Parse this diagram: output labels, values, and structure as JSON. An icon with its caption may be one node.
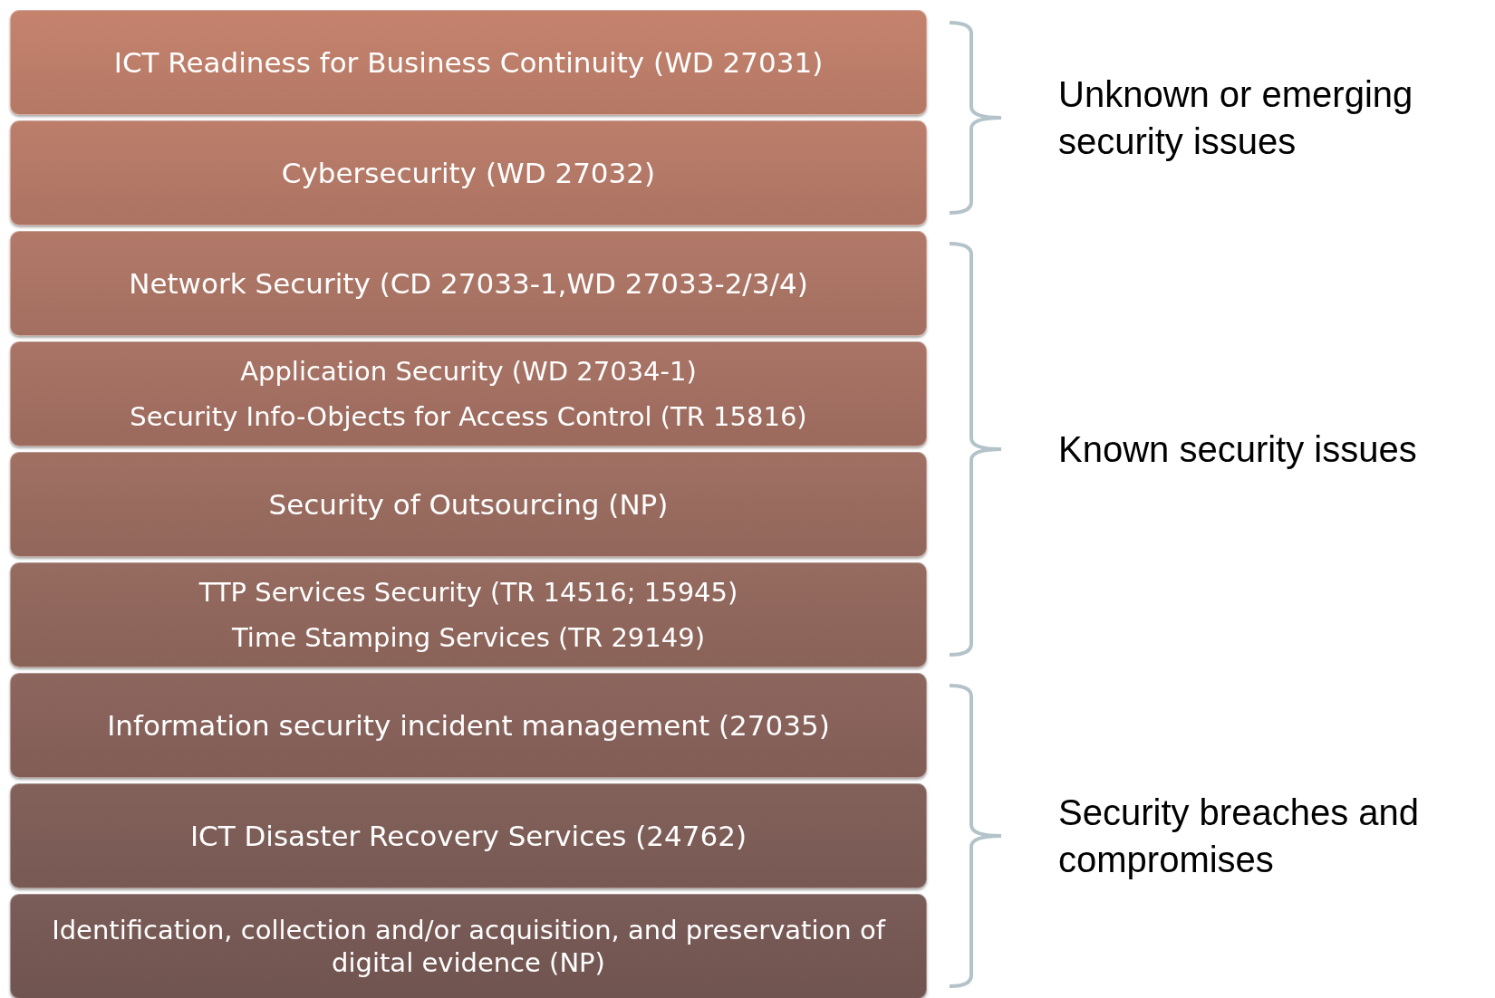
{
  "diagram": {
    "nodes": [
      {
        "text": [
          "ICT Readiness for Business Continuity (WD 27031)"
        ]
      },
      {
        "text": [
          "Cybersecurity (WD 27032)"
        ]
      },
      {
        "text": [
          "Network Security (CD 27033-1,WD 27033-2/3/4)"
        ]
      },
      {
        "text": [
          "Application Security (WD 27034-1)",
          "Security Info-Objects for Access Control (TR 15816)"
        ]
      },
      {
        "text": [
          "Security of Outsourcing (NP)"
        ]
      },
      {
        "text": [
          "TTP Services Security (TR 14516; 15945)",
          "Time Stamping Services (TR 29149)"
        ]
      },
      {
        "text": [
          "Information security incident management (27035)"
        ]
      },
      {
        "text": [
          "ICT Disaster Recovery Services (24762)"
        ]
      },
      {
        "text": [
          "Identification, collection and/or acquisition, and preservation of digital evidence (NP)"
        ]
      }
    ],
    "labels": [
      "Unknown or emerging security issues",
      "Known security issues",
      "Security breaches and compromises"
    ]
  }
}
